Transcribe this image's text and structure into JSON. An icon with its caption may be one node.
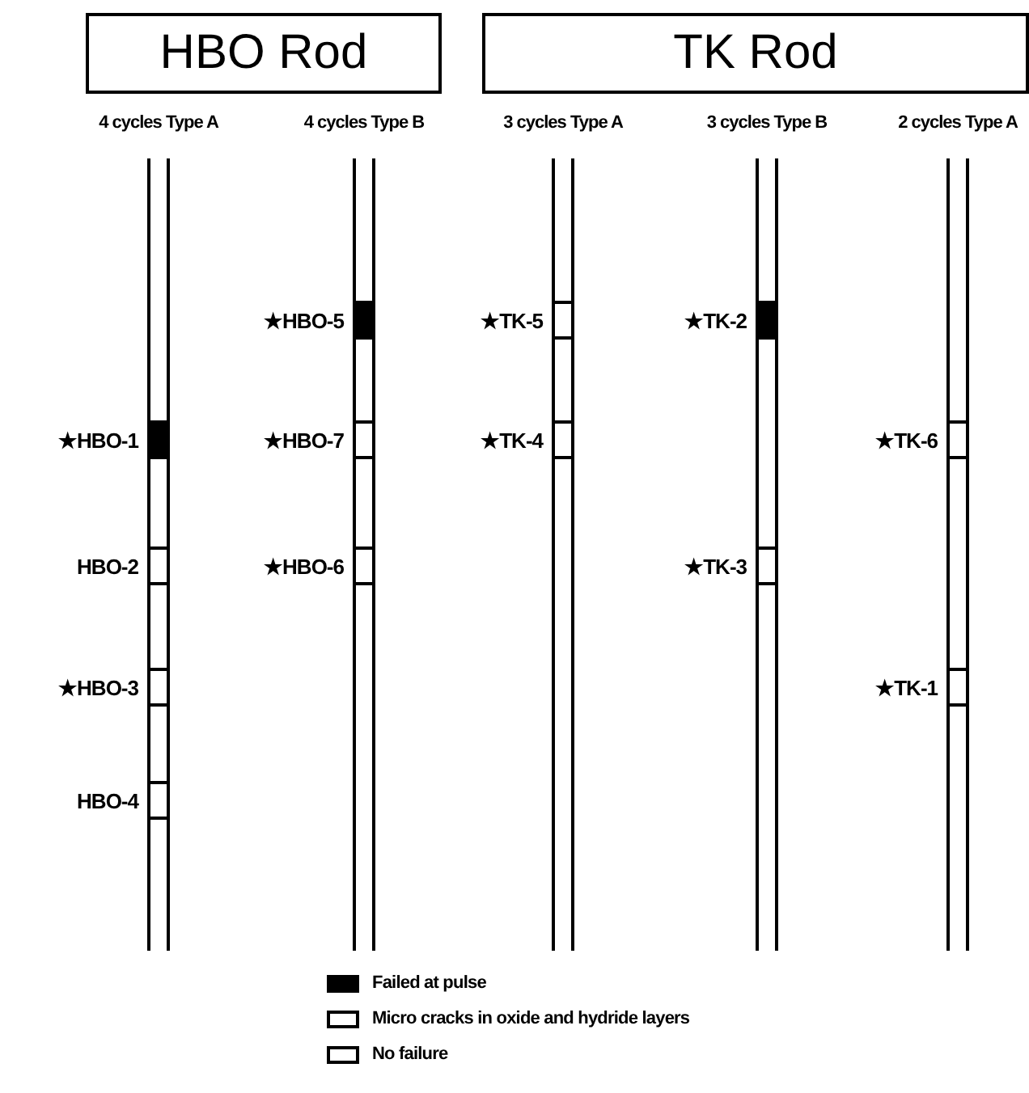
{
  "diagram": {
    "nodes": [
      {
        "text": [
          "HBO Rod"
        ]
      },
      {
        "text": [
          "TK Rod"
        ]
      },
      {
        "text": [
          "4 cycles Type A"
        ]
      },
      {
        "text": [
          "4 cycles Type B"
        ]
      },
      {
        "text": [
          "3 cycles Type A"
        ]
      },
      {
        "text": [
          "3 cycles Type B"
        ]
      },
      {
        "text": [
          "2 cycles Type A"
        ]
      },
      {
        "text": [],
        "shape": "bar",
        "in": 3,
        "beside": [
          "★HBO-5"
        ]
      },
      {
        "text": [],
        "shape": "box",
        "in": 4,
        "beside": [
          "★TK-5"
        ]
      },
      {
        "text": [],
        "shape": "bar",
        "in": 5,
        "beside": [
          "★TK-2"
        ]
      },
      {
        "text": [],
        "shape": "bar",
        "in": 2,
        "beside": [
          "★HBO-1"
        ]
      },
      {
        "text": [],
        "shape": "box",
        "in": 3,
        "beside": [
          "★HBO-7"
        ]
      },
      {
        "text": [],
        "shape": "box",
        "in": 4,
        "beside": [
          "★TK-4"
        ]
      },
      {
        "text": [],
        "shape": "box",
        "in": 6,
        "beside": [
          "★TK-6"
        ]
      },
      {
        "text": [],
        "shape": "box",
        "in": 2,
        "beside": [
          "HBO-2"
        ]
      },
      {
        "text": [],
        "shape": "box",
        "in": 3,
        "beside": [
          "★HBO-6"
        ]
      },
      {
        "text": [],
        "shape": "box",
        "in": 5,
        "beside": [
          "★TK-3"
        ]
      },
      {
        "text": [],
        "shape": "box",
        "in": 2,
        "beside": [
          "★HBO-3"
        ]
      },
      {
        "text": [],
        "shape": "box",
        "in": 6,
        "beside": [
          "★TK-1"
        ]
      },
      {
        "text": [],
        "shape": "box",
        "in": 2,
        "beside": [
          "HBO-4"
        ]
      }
    ],
    "edges": [],
    "legend": [
      {
        "text": "Failed at pulse",
        "color": "#000000"
      },
      {
        "text": "Micro cracks in oxide and hydride layers",
        "color": "#ffffff"
      },
      {
        "text": "No failure",
        "color": "#ffffff"
      }
    ]
  }
}
